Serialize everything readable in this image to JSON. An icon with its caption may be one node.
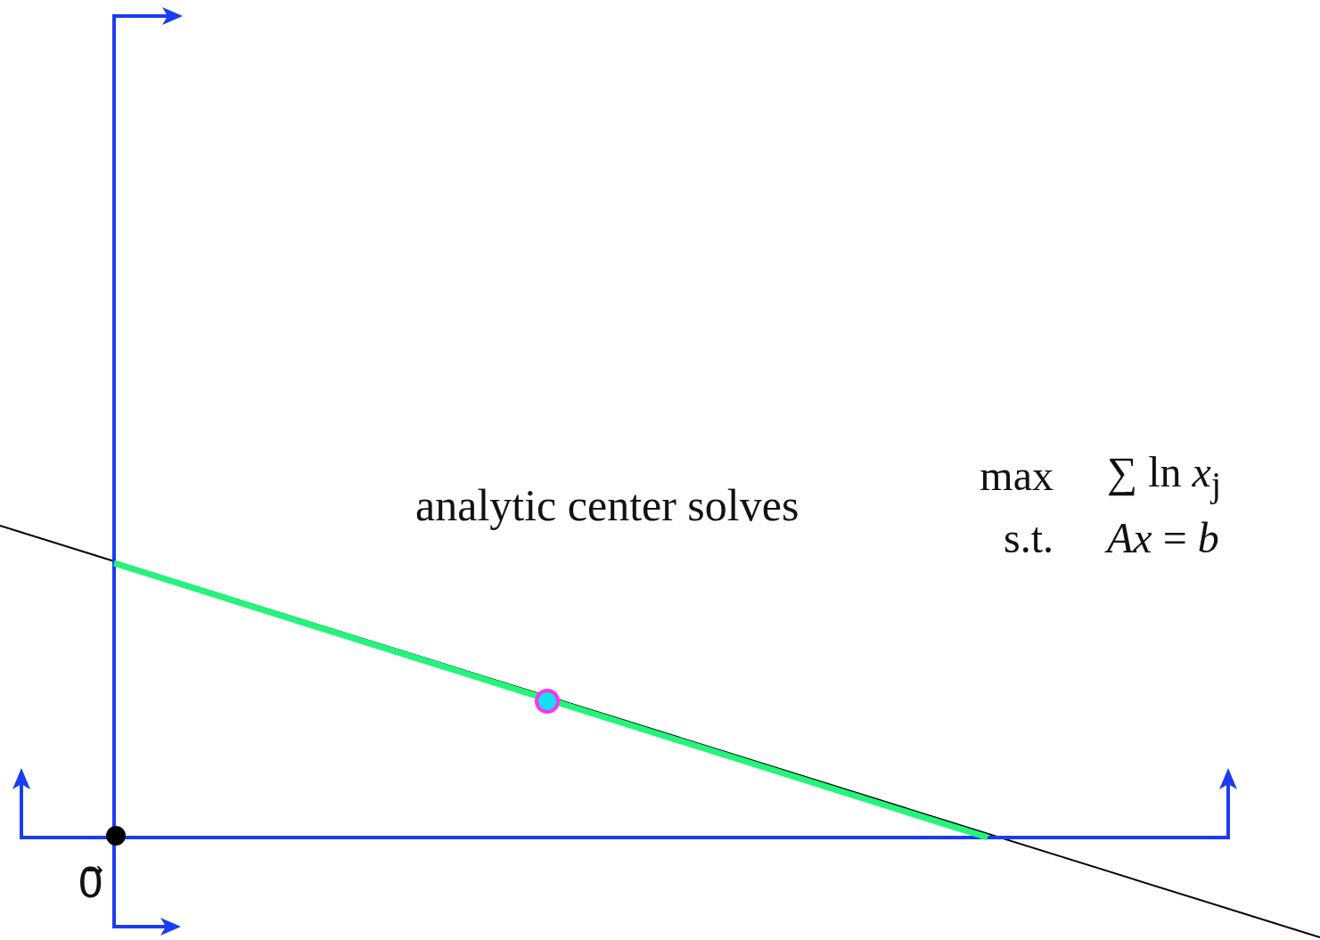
{
  "diagram": {
    "labels": [
      "analytic center solves",
      "max",
      "∑ ln *x*$_{j}$",
      "s.t.",
      "*Ax* = *b*",
      "0⃗"
    ]
  }
}
